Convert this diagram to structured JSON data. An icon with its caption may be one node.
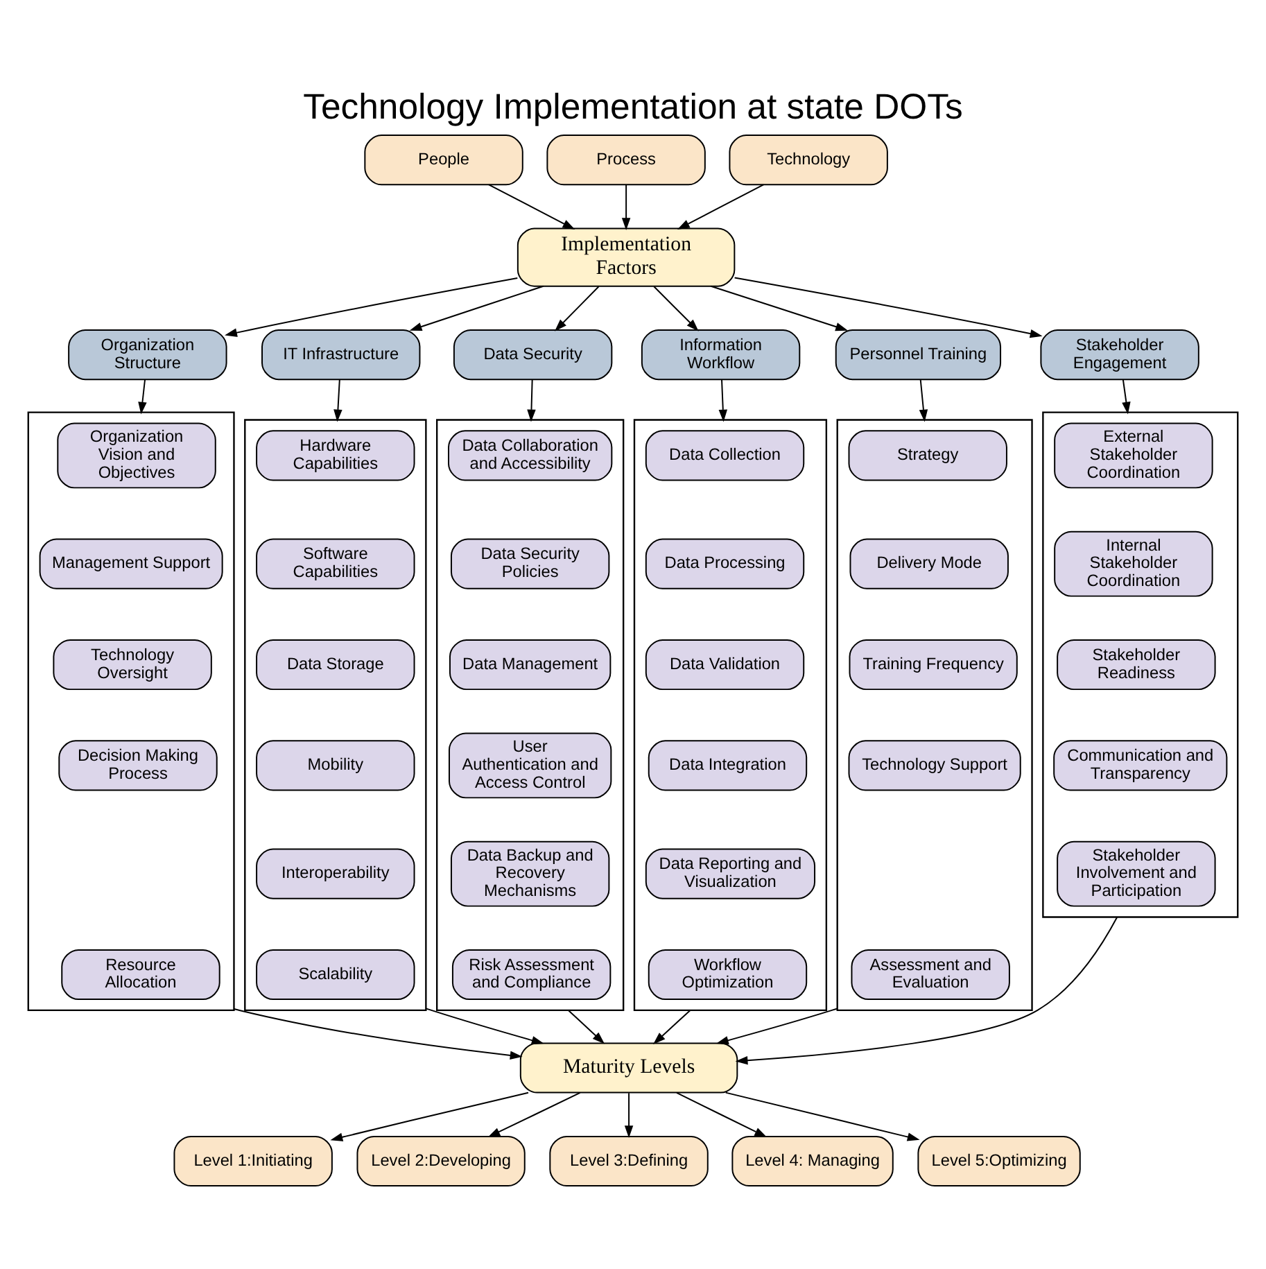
{
  "diagram": {
    "title": "Technology Implementation at state DOTs",
    "nodes": [
      {
        "text": [
          "People"
        ]
      },
      {
        "text": [
          "Process"
        ]
      },
      {
        "text": [
          "Technology"
        ]
      },
      {
        "text": [
          "Implementation Factors"
        ]
      },
      {
        "text": [
          "Organization Structure"
        ]
      },
      {
        "text": [
          "IT Infrastructure"
        ]
      },
      {
        "text": [
          "Data Security"
        ]
      },
      {
        "text": [
          "Information Workflow"
        ]
      },
      {
        "text": [
          "Personnel Training"
        ]
      },
      {
        "text": [
          "Stakeholder Engagement"
        ]
      },
      {
        "text": [],
        "shape": "box"
      },
      {
        "text": [
          "Organization Vision and Objectives"
        ],
        "in": 10
      },
      {
        "text": [
          "Management Support"
        ],
        "in": 10
      },
      {
        "text": [
          "Technology Oversight"
        ],
        "in": 10
      },
      {
        "text": [
          "Decision Making Process"
        ],
        "in": 10
      },
      {
        "text": [
          "Resource Allocation"
        ],
        "in": 10
      },
      {
        "text": [],
        "shape": "box"
      },
      {
        "text": [
          "Hardware Capabilities"
        ],
        "in": 16
      },
      {
        "text": [
          "Software Capabilities"
        ],
        "in": 16
      },
      {
        "text": [
          "Data Storage"
        ],
        "in": 16
      },
      {
        "text": [
          "Mobility"
        ],
        "in": 16
      },
      {
        "text": [
          "Interoperability"
        ],
        "in": 16
      },
      {
        "text": [
          "Scalability"
        ],
        "in": 16
      },
      {
        "text": [],
        "shape": "box"
      },
      {
        "text": [
          "Data Collaboration and Accessibility"
        ],
        "in": 23
      },
      {
        "text": [
          "Data Security Policies"
        ],
        "in": 23
      },
      {
        "text": [
          "Data Management"
        ],
        "in": 23
      },
      {
        "text": [
          "User Authentication and Access Control"
        ],
        "in": 23
      },
      {
        "text": [
          "Data Backup and Recovery Mechanisms"
        ],
        "in": 23
      },
      {
        "text": [
          "Risk Assessment and Compliance"
        ],
        "in": 23
      },
      {
        "text": [],
        "shape": "box"
      },
      {
        "text": [
          "Data Collection"
        ],
        "in": 30
      },
      {
        "text": [
          "Data Processing"
        ],
        "in": 30
      },
      {
        "text": [
          "Data Validation"
        ],
        "in": 30
      },
      {
        "text": [
          "Data Integration"
        ],
        "in": 30
      },
      {
        "text": [
          "Data Reporting and Visualization"
        ],
        "in": 30
      },
      {
        "text": [
          "Workflow Optimization"
        ],
        "in": 30
      },
      {
        "text": [],
        "shape": "box"
      },
      {
        "text": [
          "Strategy"
        ],
        "in": 37
      },
      {
        "text": [
          "Delivery Mode"
        ],
        "in": 37
      },
      {
        "text": [
          "Training Frequency"
        ],
        "in": 37
      },
      {
        "text": [
          "Technology Support"
        ],
        "in": 37
      },
      {
        "text": [
          "Assessment and Evaluation"
        ],
        "in": 37
      },
      {
        "text": [],
        "shape": "box"
      },
      {
        "text": [
          "External Stakeholder Coordination"
        ],
        "in": 43
      },
      {
        "text": [
          "Internal Stakeholder Coordination"
        ],
        "in": 43
      },
      {
        "text": [
          "Stakeholder Readiness"
        ],
        "in": 43
      },
      {
        "text": [
          "Communication and Transparency"
        ],
        "in": 43
      },
      {
        "text": [
          "Stakeholder Involvement and Participation"
        ],
        "in": 43
      },
      {
        "text": [
          "Maturity Levels"
        ]
      },
      {
        "text": [
          "Level 1:Initiating"
        ]
      },
      {
        "text": [
          "Level 2:Developing"
        ]
      },
      {
        "text": [
          "Level 3:Defining"
        ]
      },
      {
        "text": [
          "Level 4: Managing"
        ]
      },
      {
        "text": [
          "Level 5:Optimizing"
        ]
      }
    ],
    "edges": [
      {
        "from": 0,
        "to": 3,
        "arrow": "to"
      },
      {
        "from": 1,
        "to": 3,
        "arrow": "to"
      },
      {
        "from": 2,
        "to": 3,
        "arrow": "to"
      },
      {
        "from": 3,
        "to": 4,
        "arrow": "to"
      },
      {
        "from": 3,
        "to": 5,
        "arrow": "to"
      },
      {
        "from": 3,
        "to": 6,
        "arrow": "to"
      },
      {
        "from": 3,
        "to": 7,
        "arrow": "to"
      },
      {
        "from": 3,
        "to": 8,
        "arrow": "to"
      },
      {
        "from": 3,
        "to": 9,
        "arrow": "to"
      },
      {
        "from": 4,
        "to": 10,
        "arrow": "to"
      },
      {
        "from": 5,
        "to": 16,
        "arrow": "to"
      },
      {
        "from": 6,
        "to": 23,
        "arrow": "to"
      },
      {
        "from": 7,
        "to": 30,
        "arrow": "to"
      },
      {
        "from": 8,
        "to": 37,
        "arrow": "to"
      },
      {
        "from": 9,
        "to": 43,
        "arrow": "to"
      },
      {
        "from": 10,
        "to": 49,
        "arrow": "to"
      },
      {
        "from": 16,
        "to": 49,
        "arrow": "to"
      },
      {
        "from": 23,
        "to": 49,
        "arrow": "to"
      },
      {
        "from": 30,
        "to": 49,
        "arrow": "to"
      },
      {
        "from": 37,
        "to": 49,
        "arrow": "to"
      },
      {
        "from": 43,
        "to": 49,
        "arrow": "to"
      },
      {
        "from": 49,
        "to": 50,
        "arrow": "to"
      },
      {
        "from": 49,
        "to": 51,
        "arrow": "to"
      },
      {
        "from": 49,
        "to": 52,
        "arrow": "to"
      },
      {
        "from": 49,
        "to": 53,
        "arrow": "to"
      },
      {
        "from": 49,
        "to": 54,
        "arrow": "to"
      }
    ]
  }
}
